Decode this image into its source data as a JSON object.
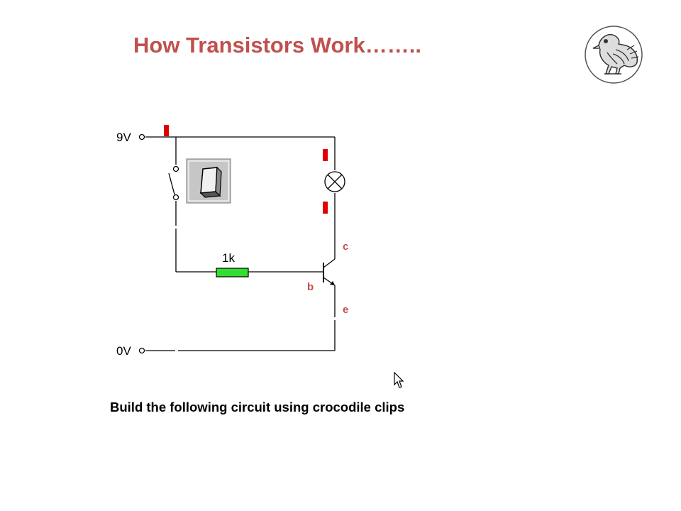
{
  "slide": {
    "title": "How Transistors Work……..",
    "instruction": "Build the following circuit using crocodile clips"
  },
  "circuit": {
    "supply_top_label": "9V",
    "supply_bottom_label": "0V",
    "resistor_label": "1k",
    "collector_label": "c",
    "base_label": "b",
    "emitter_label": "e"
  },
  "icons": {
    "logo": "bird-emblem-icon",
    "switch": "rocker-switch-icon",
    "lamp": "lamp-icon",
    "cursor": "mouse-pointer-icon"
  },
  "colors": {
    "title": "#c0504d",
    "pin_labels": "#c0504d",
    "clips": "#e00000",
    "resistor": "#33dd33"
  }
}
